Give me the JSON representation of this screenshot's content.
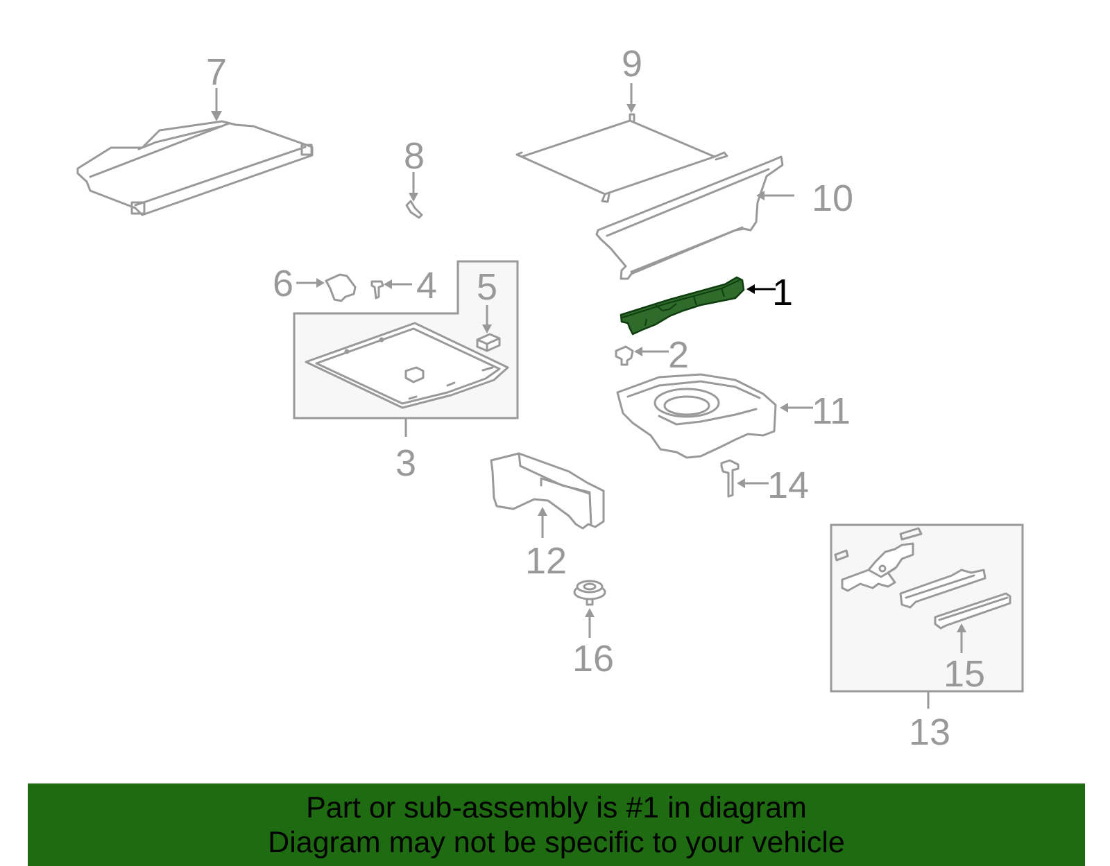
{
  "diagram": {
    "highlight_color": "#2f6b2a",
    "line_color": "#999999",
    "callouts": {
      "c1": "1",
      "c2": "2",
      "c3": "3",
      "c4": "4",
      "c5": "5",
      "c6": "6",
      "c7": "7",
      "c8": "8",
      "c9": "9",
      "c10": "10",
      "c11": "11",
      "c12": "12",
      "c13": "13",
      "c14": "14",
      "c15": "15",
      "c16": "16"
    },
    "highlighted_part": "1"
  },
  "banner": {
    "line1": "Part or sub-assembly is #1 in diagram",
    "line2": "Diagram may not be specific to your vehicle",
    "background": "#1e6b12"
  }
}
